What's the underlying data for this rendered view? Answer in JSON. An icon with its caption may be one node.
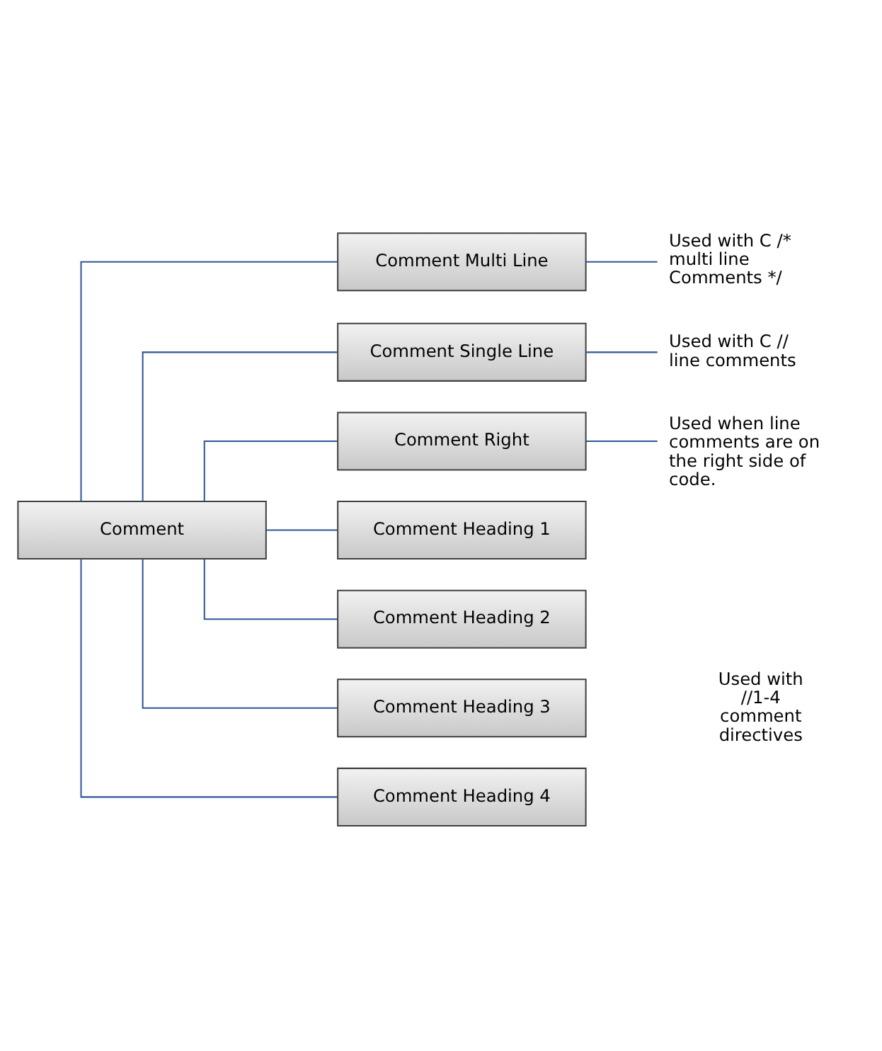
{
  "diagram": {
    "nodes": [
      {
        "text": [
          "Comment"
        ]
      },
      {
        "text": [
          "Comment Multi Line"
        ]
      },
      {
        "text": [
          "Comment Single Line"
        ]
      },
      {
        "text": [
          "Comment Right"
        ]
      },
      {
        "text": [
          "Comment Heading 1"
        ]
      },
      {
        "text": [
          "Comment Heading 2"
        ]
      },
      {
        "text": [
          "Comment Heading 3"
        ]
      },
      {
        "text": [
          "Comment Heading 4"
        ]
      },
      {
        "text": [
          "Used with C /* multi line Comments */"
        ]
      },
      {
        "text": [
          "Used with C // line comments"
        ]
      },
      {
        "text": [
          "Used when line comments are on the right side of code."
        ]
      }
    ],
    "edges": [
      {
        "from": 0,
        "to": 1,
        "arrow": "none"
      },
      {
        "from": 0,
        "to": 2,
        "arrow": "none"
      },
      {
        "from": 0,
        "to": 3,
        "arrow": "none"
      },
      {
        "from": 0,
        "to": 4,
        "arrow": "none"
      },
      {
        "from": 0,
        "to": 5,
        "arrow": "none"
      },
      {
        "from": 0,
        "to": 6,
        "arrow": "none"
      },
      {
        "from": 0,
        "to": 7,
        "arrow": "none"
      },
      {
        "from": 1,
        "to": 8,
        "arrow": "none"
      },
      {
        "from": 2,
        "to": 9,
        "arrow": "none"
      },
      {
        "from": 3,
        "to": 10,
        "arrow": "none"
      }
    ],
    "labels": [
      "Used with //1-4 comment directives"
    ]
  }
}
